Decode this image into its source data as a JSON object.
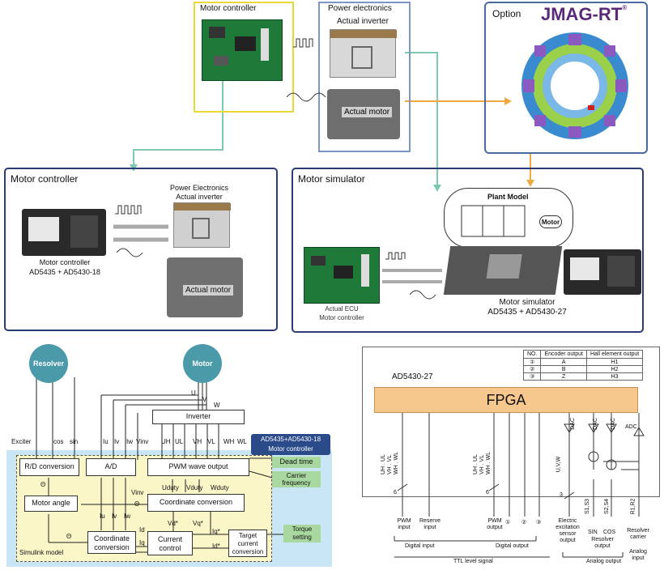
{
  "top": {
    "motor_controller_label": "Motor controller",
    "power_electronics_label": "Power electronics",
    "actual_inverter_label": "Actual inverter",
    "actual_motor_label": "Actual motor",
    "option_label": "Option",
    "jmag_label": "JMAG-RT",
    "jmag_reg": "®"
  },
  "left_panel": {
    "title": "Motor controller",
    "pe_line1": "Power Electronics",
    "pe_line2": "Actual inverter",
    "device_line1": "Motor controller",
    "device_line2": "AD5435 + AD5430-18",
    "actual_motor": "Actual motor"
  },
  "right_panel": {
    "title": "Motor simulator",
    "plant_model": "Plant Model",
    "motor": "Motor",
    "ecu_line1": "Actual ECU",
    "ecu_line2": "Motor controller",
    "sim_line1": "Motor simulator",
    "sim_line2": "AD5435 + AD5430-27"
  },
  "block": {
    "resolver": "Resolver",
    "motor": "Motor",
    "exciter": "Exciter",
    "cos": "cos",
    "sin": "sin",
    "u": "U",
    "v": "V",
    "w": "W",
    "inverter": "Inverter",
    "iu": "Iu",
    "iv": "Iv",
    "iw": "Iw",
    "vinv": "Vinv",
    "uh": "UH",
    "ul": "UL",
    "vh": "VH",
    "vl": "VL",
    "wh": "WH",
    "wl": "WL",
    "badge_line1": "AD5435+AD5430-18",
    "badge_line2": "Motor controller",
    "rd_conversion": "R/D conversion",
    "ad": "A/D",
    "pwm": "PWM wave output",
    "dead_time": "Dead time",
    "carrier_line1": "Carrier",
    "carrier_line2": "frequency",
    "theta": "Θ",
    "uduty": "Uduty",
    "vduty": "Vduty",
    "wduty": "Wduty",
    "vinv2": "Vinv",
    "motor_angle": "Motor angle",
    "coord_conv": "Coordinate conversion",
    "vd": "Vd*",
    "vq": "Vq*",
    "iq_star": "Iq*",
    "id_star": "Id*",
    "coord_conv2_line1": "Coordinate",
    "coord_conv2_line2": "conversion",
    "id": "Id",
    "iq": "Iq",
    "current_line1": "Current",
    "current_line2": "control",
    "target_line1": "Target",
    "target_line2": "current",
    "target_line3": "conversion",
    "torque_line1": "Torque",
    "torque_line2": "setting",
    "simulink": "Simulink model"
  },
  "fpga_diagram": {
    "model": "AD5430-27",
    "fpga": "FPGA",
    "table_headers": [
      "NO.",
      "Encoder output",
      "Hall element output"
    ],
    "table_rows": [
      [
        "①",
        "A",
        "H1"
      ],
      [
        "②",
        "B",
        "H2"
      ],
      [
        "③",
        "Z",
        "H3"
      ]
    ],
    "dac": "DAC",
    "adc": "ADC",
    "pwm_signals_1": "UH . UL\nVH . VL\nWH . WL",
    "pwm_signals_2": "UH . UL\nVH . VL\nWH . WL",
    "uvw": "U,V,W",
    "count6a": "6",
    "count6b": "6",
    "count3": "3",
    "s1s3": "S1,S3",
    "s2s4": "S2,S4",
    "r1r2": "R1,R2",
    "pwm_input": "PWM\ninput",
    "reserve_input": "Reserve\ninput",
    "pwm_output": "PWM\noutput",
    "out1": "①",
    "out2": "②",
    "out3": "③",
    "electric": "Electric\nexcitation\nsensor\noutput",
    "sin": "SIN",
    "cos": "COS",
    "resolver_output": "Resolver\noutput",
    "resolver_carrier": "Resolver\ncarrier",
    "digital_input": "Digital input",
    "digital_output": "Digital output",
    "analog_output": "Analog output",
    "analog_input": "Analog\ninput",
    "ttl": "TTL level signal"
  }
}
